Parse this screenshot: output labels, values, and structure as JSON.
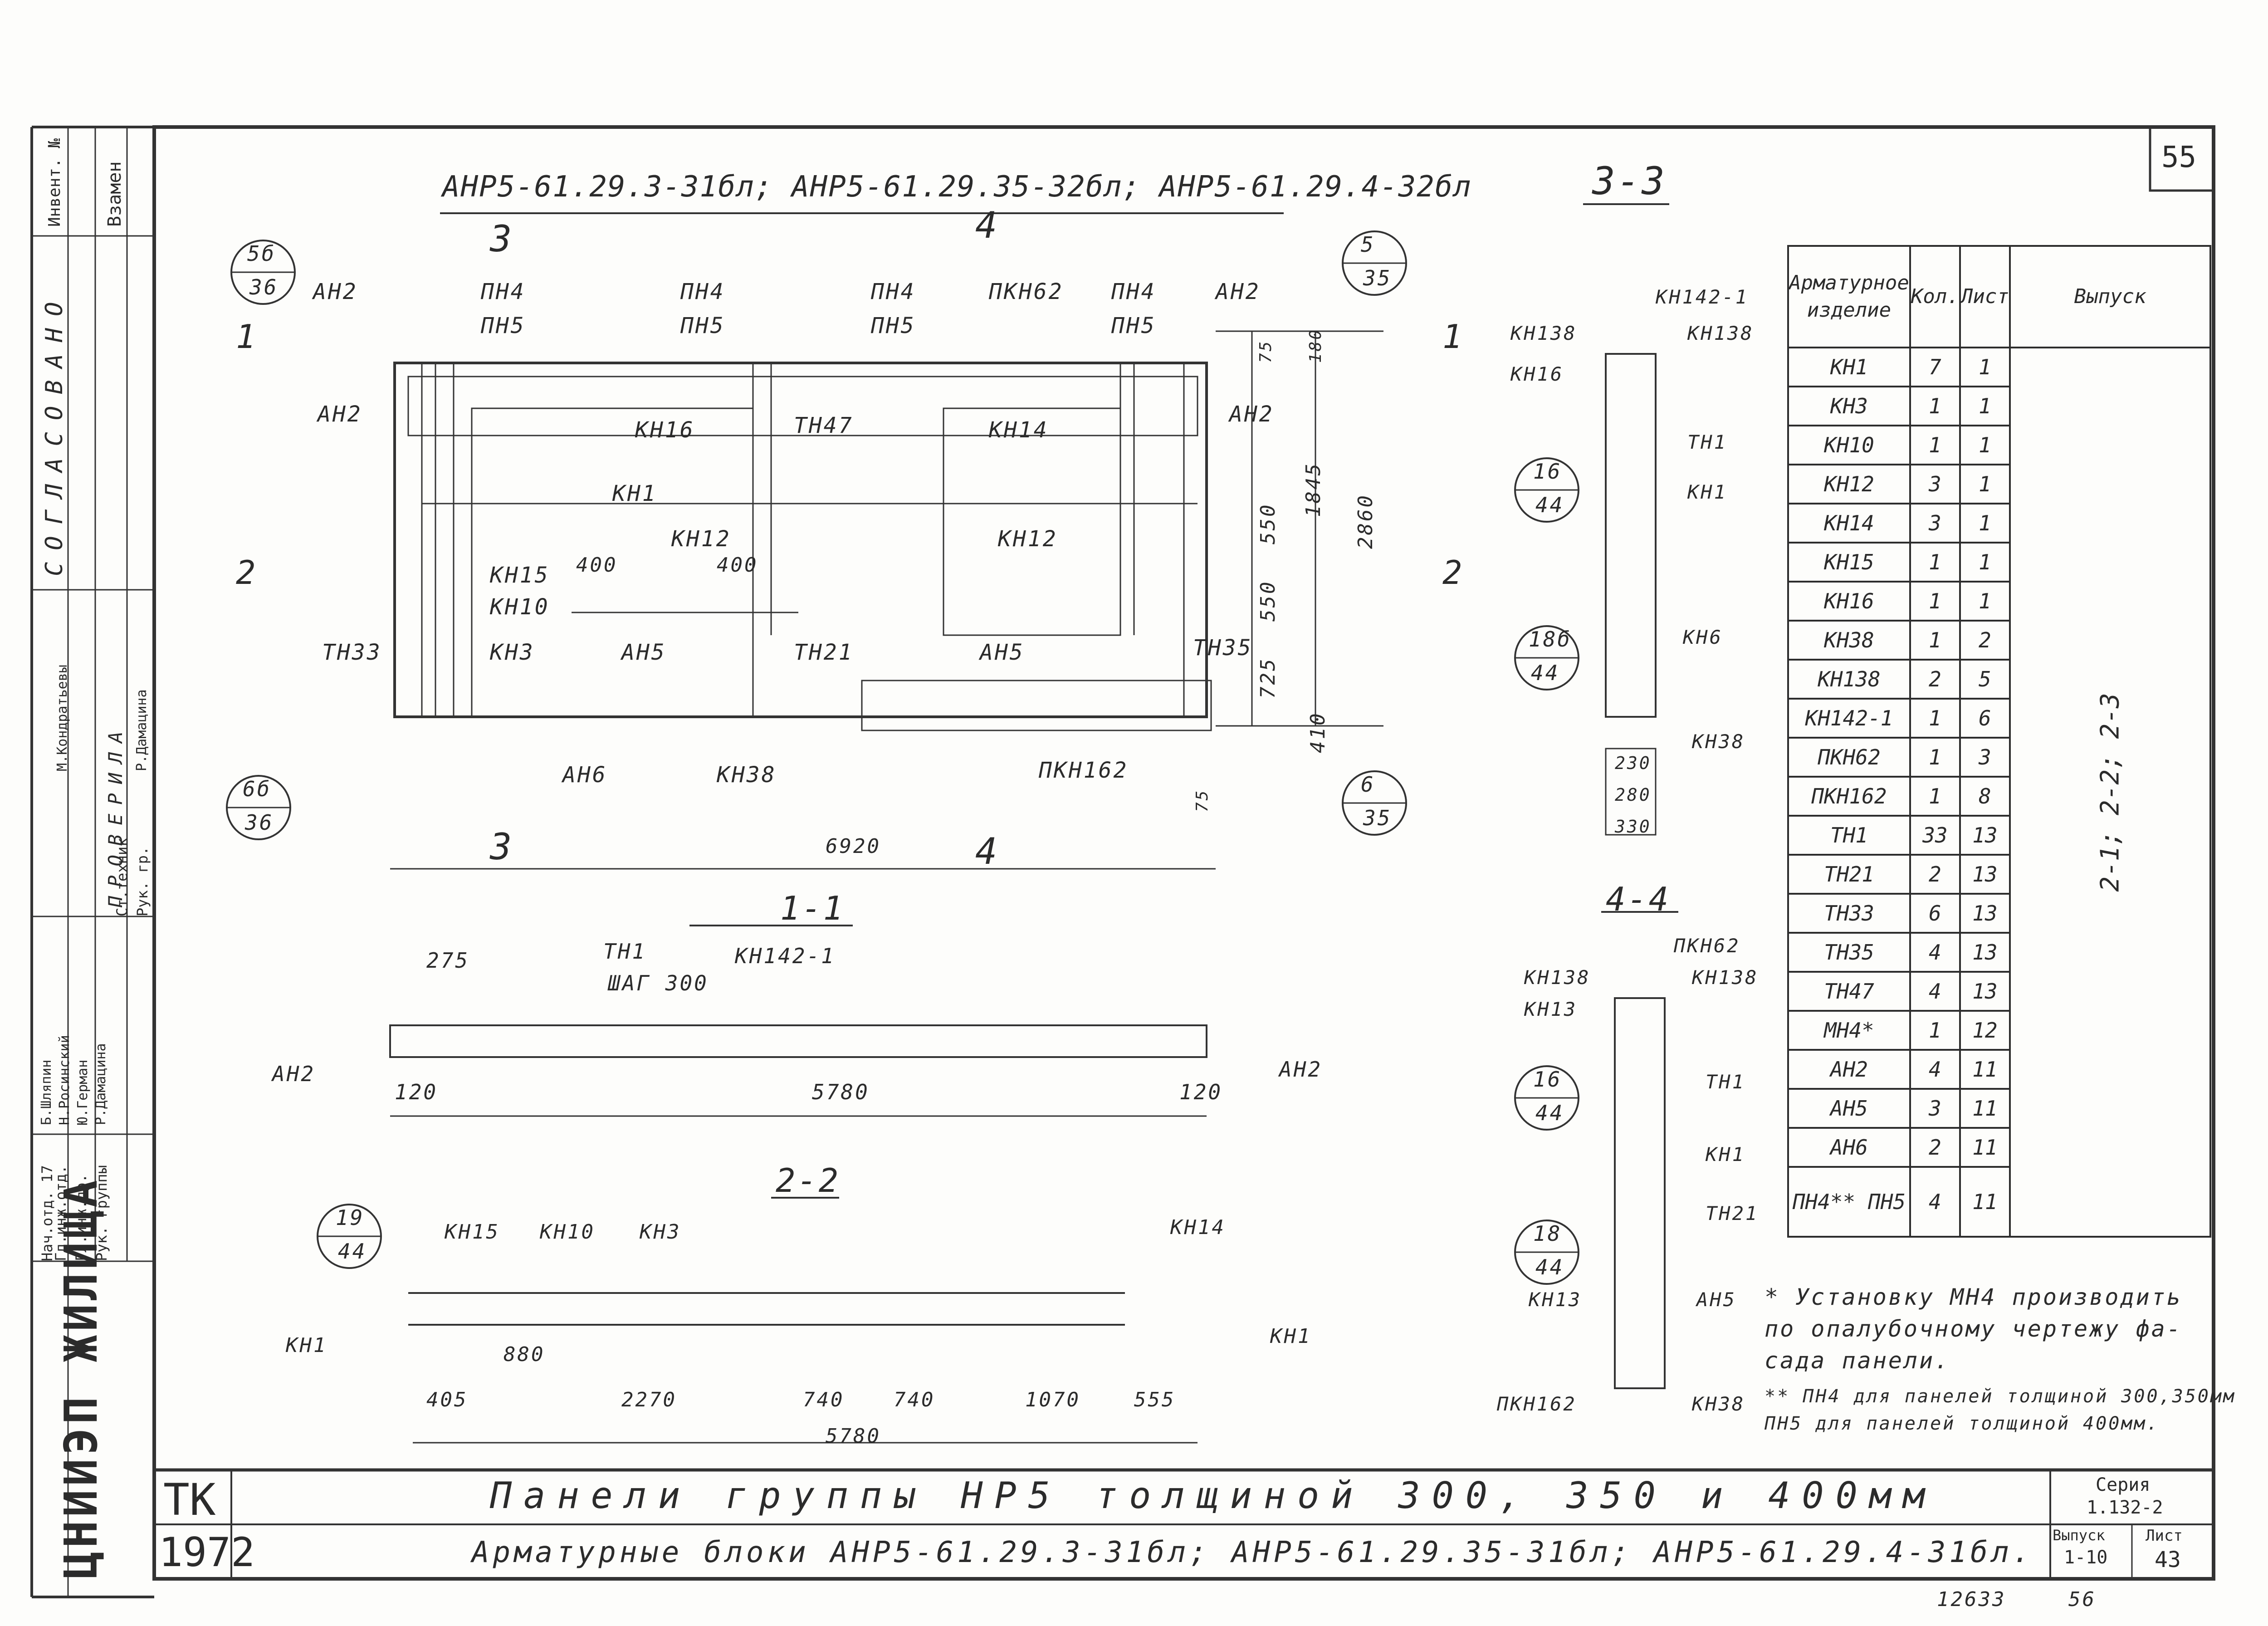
{
  "sheet": {
    "number": "55",
    "heading": "АНР5-61.29.3-31бл;   АНР5-61.29.35-32бл;   АНР5-61.29.4-32бл",
    "stamp_number": "12633",
    "stamp_number2": "56"
  },
  "side_stamp": {
    "top_labels": [
      "Инвент. №",
      "Взамен"
    ],
    "agreed": "СОГЛАСОВАНО",
    "checked": "ПРОВЕРИЛА",
    "roles": [
      "Нач.отд. 17",
      "Гл.инж.отд.",
      "Гл.инж.пр.",
      "Рук. группы",
      "Ст.техник",
      "Рук. гр."
    ],
    "names": [
      "Б.Шляпин",
      "Н.Росинский",
      "Ю.Герман",
      "Р.Дамацина",
      "М.Кондратьевы",
      "Р.Дамацина"
    ],
    "org": "ЦНИИЭП ЖИЛИЩА"
  },
  "drawing": {
    "section_3_3": "3-3",
    "section_1_1": "1-1",
    "section_2_2": "2-2",
    "section_4_4": "4-4",
    "callouts": [
      {
        "top": "5б",
        "bottom": "36"
      },
      {
        "top": "5",
        "bottom": "35"
      },
      {
        "top": "6б",
        "bottom": "36"
      },
      {
        "top": "6",
        "bottom": "35"
      },
      {
        "top": "16",
        "bottom": "44"
      },
      {
        "top": "18б",
        "bottom": "44"
      },
      {
        "top": "16",
        "bottom": "44"
      },
      {
        "top": "18",
        "bottom": "44"
      },
      {
        "top": "19",
        "bottom": "44"
      }
    ],
    "main_labels": [
      "АН2",
      "ПН4",
      "ПН5",
      "ПН4",
      "ПН5",
      "ПН4",
      "ПН5",
      "ПКН62",
      "ПН4",
      "ПН5",
      "АН2",
      "АН2",
      "КН16",
      "ТН47",
      "КН14",
      "АН2",
      "КН1",
      "КН12",
      "КН12",
      "КН15",
      "КН10",
      "КН3",
      "АН5",
      "ТН21",
      "АН5",
      "ТН33",
      "ТН35",
      "АН6",
      "КН38",
      "ПКН162"
    ],
    "dims_main": [
      "400",
      "400",
      "550",
      "550",
      "1845",
      "2860",
      "180",
      "75",
      "725",
      "410",
      "75",
      "6920"
    ],
    "section_marks": [
      "3",
      "3",
      "4",
      "4",
      "1",
      "1",
      "2",
      "2"
    ],
    "s11_labels": [
      "275",
      "ТН1",
      "ШАГ 300",
      "КН142-1",
      "АН2",
      "АН2",
      "120",
      "5780",
      "120"
    ],
    "s22_labels": [
      "КН15",
      "КН10",
      "КН3",
      "КН14",
      "КН1",
      "КН1",
      "880",
      "405",
      "2270",
      "740",
      "740",
      "1070",
      "555",
      "5780"
    ],
    "s33_labels": [
      "КН142-1",
      "КН138",
      "КН138",
      "КН16",
      "ТН1",
      "КН1",
      "КН6",
      "КН38",
      "230",
      "280",
      "330"
    ],
    "s44_labels": [
      "ПКН62",
      "КН138",
      "КН138",
      "КН13",
      "ТН1",
      "КН1",
      "ТН21",
      "КН13",
      "АН5",
      "ПКН162",
      "КН38"
    ]
  },
  "table": {
    "headers": [
      "Арматурное изделие",
      "Кол.",
      "Лист",
      "Выпуск"
    ],
    "release_note": "2-1; 2-2; 2-3",
    "rows": [
      [
        "КН1",
        "7",
        "1"
      ],
      [
        "КН3",
        "1",
        "1"
      ],
      [
        "КН10",
        "1",
        "1"
      ],
      [
        "КН12",
        "3",
        "1"
      ],
      [
        "КН14",
        "3",
        "1"
      ],
      [
        "КН15",
        "1",
        "1"
      ],
      [
        "КН16",
        "1",
        "1"
      ],
      [
        "КН38",
        "1",
        "2"
      ],
      [
        "КН138",
        "2",
        "5"
      ],
      [
        "КН142-1",
        "1",
        "6"
      ],
      [
        "ПКН62",
        "1",
        "3"
      ],
      [
        "ПКН162",
        "1",
        "8"
      ],
      [
        "ТН1",
        "33",
        "13"
      ],
      [
        "ТН21",
        "2",
        "13"
      ],
      [
        "ТН33",
        "6",
        "13"
      ],
      [
        "ТН35",
        "4",
        "13"
      ],
      [
        "ТН47",
        "4",
        "13"
      ],
      [
        "МН4*",
        "1",
        "12"
      ],
      [
        "АН2",
        "4",
        "11"
      ],
      [
        "АН5",
        "3",
        "11"
      ],
      [
        "АН6",
        "2",
        "11"
      ],
      [
        "ПН4** ПН5",
        "4",
        "11"
      ]
    ]
  },
  "notes": [
    "* Установку МН4 производить",
    "по опалубочному чертежу фа-",
    "сада панели.",
    "** ПН4 для панелей толщиной 300,350мм",
    "ПН5 для панелей толщиной 400мм."
  ],
  "title_block": {
    "tk": "ТК",
    "year": "1972",
    "line1": "Панели группы НР5 толщиной 300, 350 и 400мм",
    "line2": "Арматурные блоки   АНР5-61.29.3-31бл;  АНР5-61.29.35-31бл;  АНР5-61.29.4-31бл.",
    "series_label": "Серия",
    "series_value": "1.132-2",
    "release_label": "Выпуск",
    "release_value": "1-10",
    "sheet_label": "Лист",
    "sheet_value": "43"
  }
}
